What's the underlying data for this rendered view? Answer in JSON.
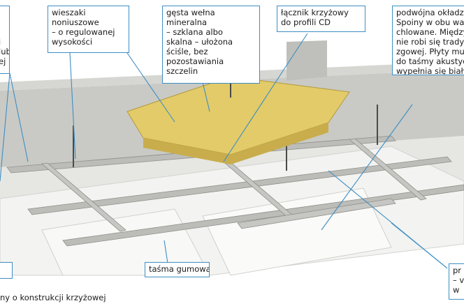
{
  "callouts": {
    "left_partial": {
      "lines": [
        "i",
        "lub",
        "ej"
      ]
    },
    "hangers": {
      "lines": [
        "wieszaki",
        "noniuszowe",
        "– o regulowanej",
        "wysokości"
      ]
    },
    "wool": {
      "lines": [
        "gęsta wełna",
        "mineralna",
        "– szklana albo",
        "skalna – ułożona",
        "ściśle, bez",
        "pozostawiania",
        "szczelin"
      ]
    },
    "connector": {
      "lines": [
        "łącznik krzyżowy",
        "do profili CD"
      ]
    },
    "double_cladding": {
      "lines": [
        "podwójna okładzin",
        "Spoiny w obu wars",
        "chlowane. Między p",
        "nie robi się tradycy",
        "zgowej. Płyty musz",
        "do taśmy akustycz",
        "wypełnia się białyn"
      ]
    },
    "rubber_tape": {
      "lines": [
        "taśma gumowa"
      ]
    },
    "bottom_right": {
      "lines": [
        "pr",
        "– v",
        "w"
      ]
    }
  },
  "caption": "ny o konstrukcji krzyżowej",
  "colors": {
    "callout_border": "#3d8ec4",
    "leader": "#3d8ec4",
    "wall": "#c9cac5",
    "floor": "#e6e7e3",
    "board": "#f3f3f1",
    "profile": "#bcbcb8",
    "wool": "#e2cb68"
  }
}
